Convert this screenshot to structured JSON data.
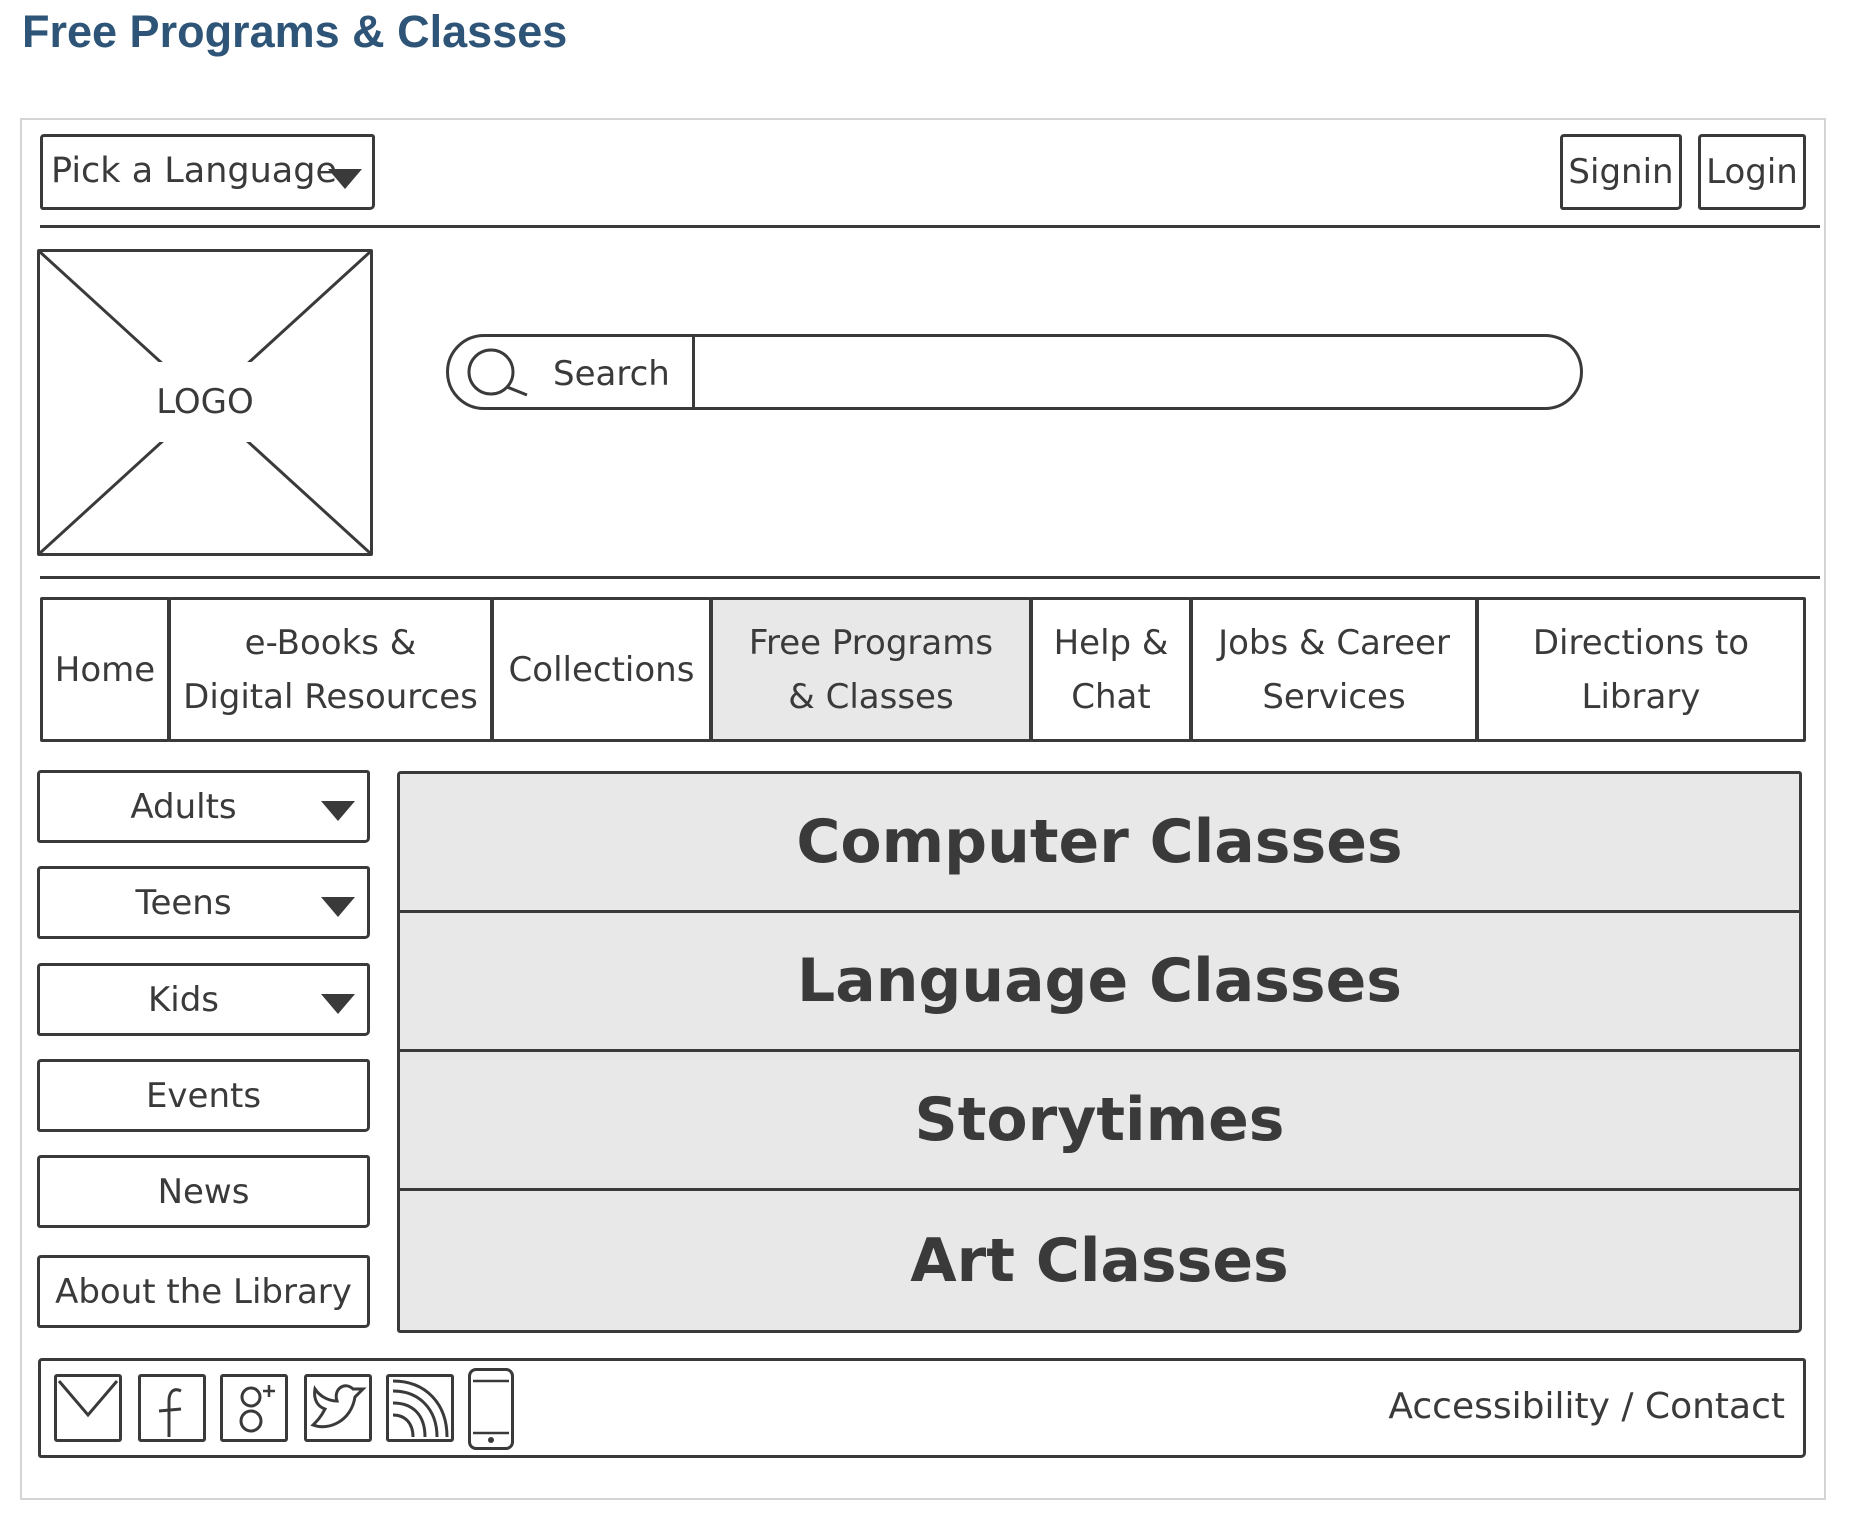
{
  "page_title": "Free Programs & Classes",
  "topbar": {
    "language_label": "Pick a Language",
    "signin_label": "Signin",
    "login_label": "Login"
  },
  "header": {
    "logo_label": "LOGO",
    "search_label": "Search"
  },
  "nav": {
    "items": [
      {
        "line1": "Home",
        "line2": ""
      },
      {
        "line1": "e-Books &",
        "line2": "Digital Resources"
      },
      {
        "line1": "Collections",
        "line2": ""
      },
      {
        "line1": "Free Programs",
        "line2": "& Classes"
      },
      {
        "line1": "Help &",
        "line2": "Chat"
      },
      {
        "line1": "Jobs & Career",
        "line2": "Services"
      },
      {
        "line1": "Directions to",
        "line2": "Library"
      }
    ],
    "active": "Free Programs & Classes"
  },
  "sidebar": {
    "items": [
      {
        "label": "Adults",
        "dropdown": true
      },
      {
        "label": "Teens",
        "dropdown": true
      },
      {
        "label": "Kids",
        "dropdown": true
      },
      {
        "label": "Events",
        "dropdown": false
      },
      {
        "label": "News",
        "dropdown": false
      },
      {
        "label": "About the Library",
        "dropdown": false
      }
    ]
  },
  "content": {
    "rows": [
      "Computer Classes",
      "Language Classes",
      "Storytimes",
      "Art Classes"
    ]
  },
  "footer": {
    "icons": [
      "mail-icon",
      "facebook-icon",
      "google-plus-icon",
      "twitter-icon",
      "rss-icon",
      "mobile-icon"
    ],
    "links_text": "Accessibility / Contact"
  },
  "colors": {
    "title": "#2e5577",
    "sketch_line": "#3a3a3a",
    "highlight_fill": "#e8e8e8"
  }
}
